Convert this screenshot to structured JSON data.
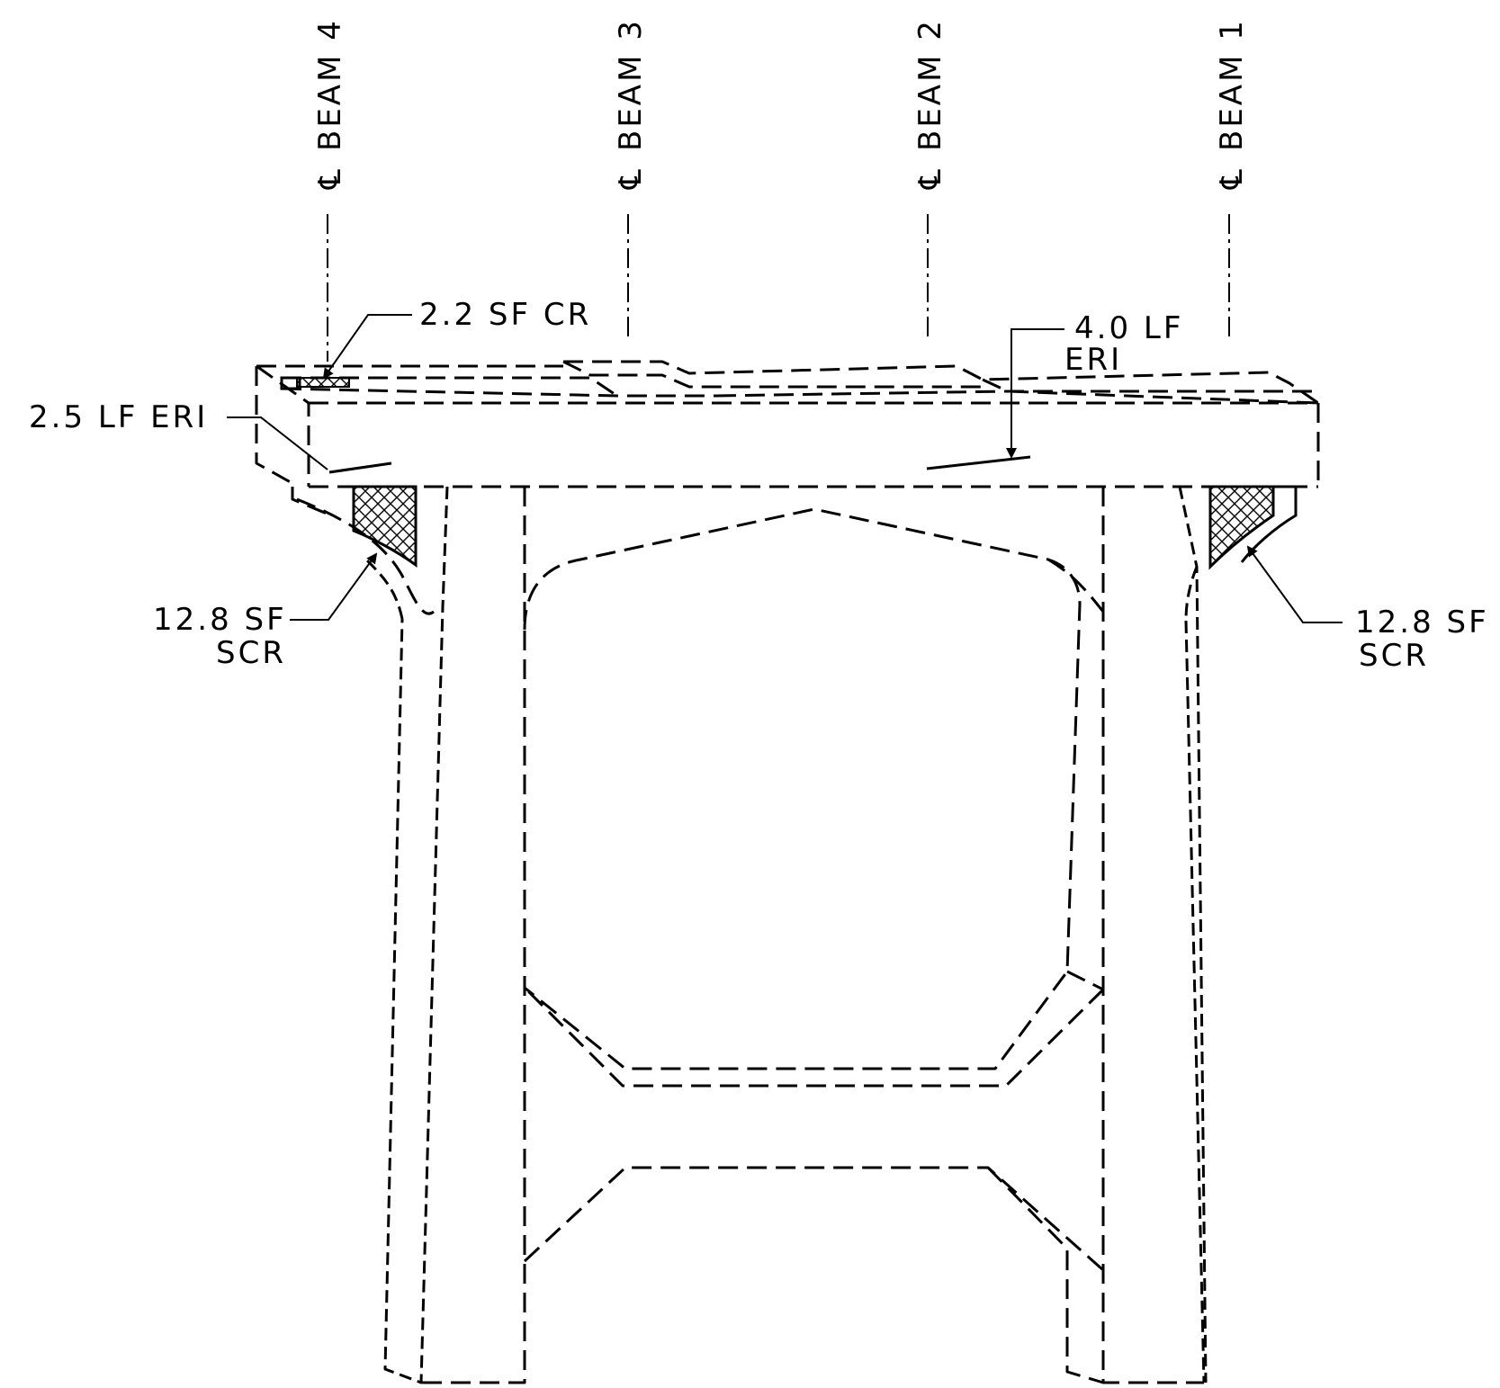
{
  "beams": [
    {
      "symbol": "℄",
      "label": "BEAM 4"
    },
    {
      "symbol": "℄",
      "label": "BEAM 3"
    },
    {
      "symbol": "℄",
      "label": "BEAM 2"
    },
    {
      "symbol": "℄",
      "label": "BEAM 1"
    }
  ],
  "callouts": {
    "cr": "2.2 SF CR",
    "eri_left": "2.5 LF ERI",
    "eri_right": [
      "4.0 LF",
      "ERI"
    ],
    "scr_left": [
      "12.8 SF",
      "SCR"
    ],
    "scr_right": [
      "12.8 SF",
      "SCR"
    ]
  }
}
